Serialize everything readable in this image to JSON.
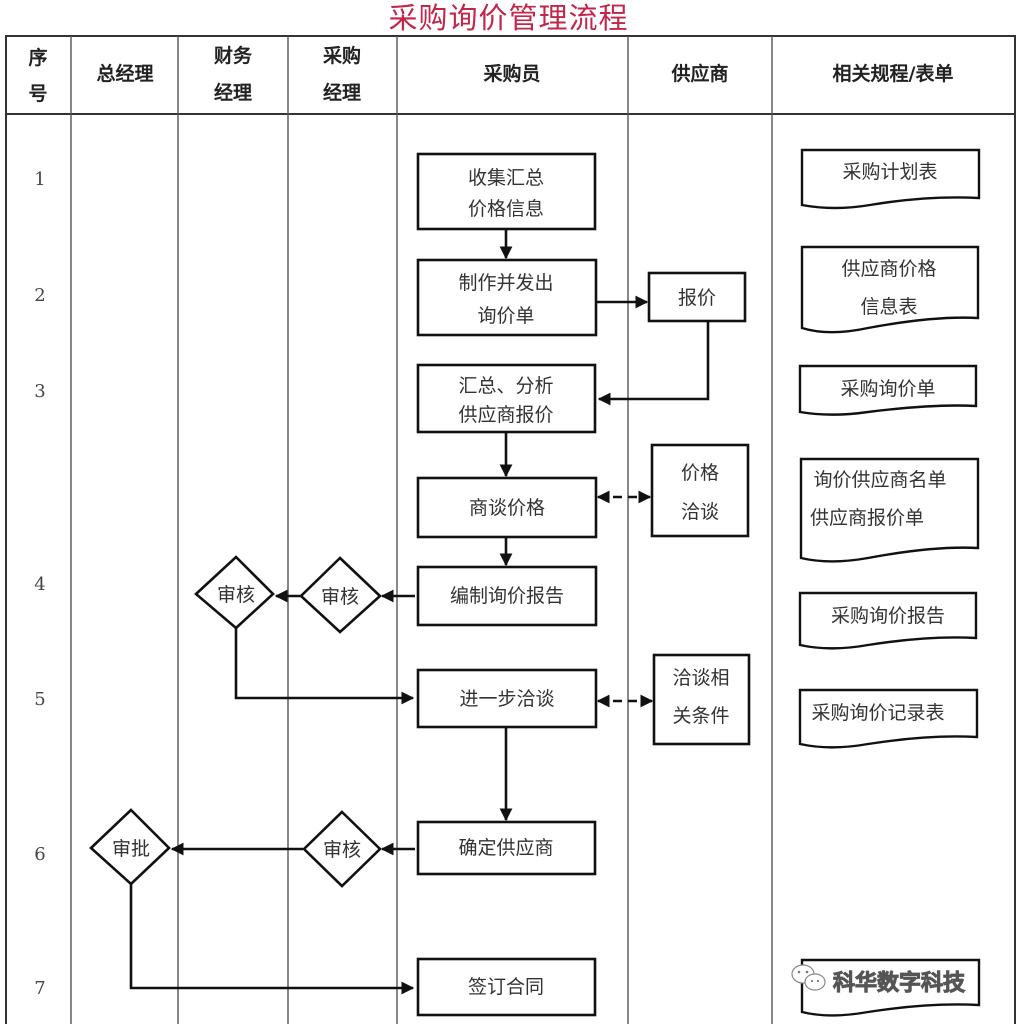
{
  "title": "采购询价管理流程",
  "colors": {
    "title": "#c2264a",
    "stroke": "#111111"
  },
  "headers": [
    {
      "key": "seq",
      "lines": [
        "序",
        "号"
      ]
    },
    {
      "key": "gm",
      "lines": [
        "总经理"
      ]
    },
    {
      "key": "fin",
      "lines": [
        "财务",
        "经理"
      ]
    },
    {
      "key": "pm",
      "lines": [
        "采购",
        "经理"
      ]
    },
    {
      "key": "buyer",
      "lines": [
        "采购员"
      ]
    },
    {
      "key": "supplier",
      "lines": [
        "供应商"
      ]
    },
    {
      "key": "forms",
      "lines": [
        "相关规程/表单"
      ]
    }
  ],
  "rows": [
    "1",
    "2",
    "3",
    "4",
    "5",
    "6",
    "7"
  ],
  "process_boxes": [
    {
      "id": "collect",
      "lane": "buyer",
      "lines": [
        "收集汇总",
        "价格信息"
      ]
    },
    {
      "id": "issue",
      "lane": "buyer",
      "lines": [
        "制作并发出",
        "询价单"
      ]
    },
    {
      "id": "quote",
      "lane": "supplier",
      "lines": [
        "报价"
      ]
    },
    {
      "id": "analyze",
      "lane": "buyer",
      "lines": [
        "汇总、分析",
        "供应商报价"
      ]
    },
    {
      "id": "negotiate",
      "lane": "buyer",
      "lines": [
        "商谈价格"
      ]
    },
    {
      "id": "price-talk",
      "lane": "supplier",
      "lines": [
        "价格",
        "洽谈"
      ]
    },
    {
      "id": "report",
      "lane": "buyer",
      "lines": [
        "编制询价报告"
      ]
    },
    {
      "id": "further",
      "lane": "buyer",
      "lines": [
        "进一步洽谈"
      ]
    },
    {
      "id": "terms-talk",
      "lane": "supplier",
      "lines": [
        "洽谈相",
        "关条件"
      ]
    },
    {
      "id": "select",
      "lane": "buyer",
      "lines": [
        "确定供应商"
      ]
    },
    {
      "id": "sign",
      "lane": "buyer",
      "lines": [
        "签订合同"
      ]
    }
  ],
  "decisions": [
    {
      "id": "fin-review",
      "lane": "fin",
      "label": "审核"
    },
    {
      "id": "pm-review-1",
      "lane": "pm",
      "label": "审核"
    },
    {
      "id": "gm-approve",
      "lane": "gm",
      "label": "审批"
    },
    {
      "id": "pm-review-2",
      "lane": "pm",
      "label": "审核"
    }
  ],
  "documents": [
    {
      "id": "plan",
      "lines": [
        "采购计划表"
      ]
    },
    {
      "id": "price-info",
      "lines": [
        "供应商价格",
        "信息表"
      ]
    },
    {
      "id": "inquiry",
      "lines": [
        "采购询价单"
      ]
    },
    {
      "id": "supplier-list",
      "lines": [
        "询价供应商名单",
        "供应商报价单"
      ]
    },
    {
      "id": "inquiry-report",
      "lines": [
        "采购询价报告"
      ]
    },
    {
      "id": "inquiry-record",
      "lines": [
        "采购询价记录表"
      ]
    },
    {
      "id": "contract-doc",
      "lines": [
        ""
      ]
    }
  ],
  "watermark": {
    "icon": "wechat-icon",
    "text": "科华数字科技"
  }
}
